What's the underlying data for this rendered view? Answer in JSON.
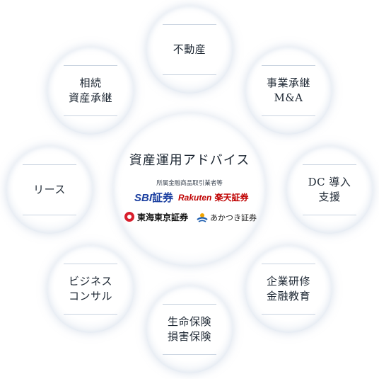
{
  "center": {
    "title": "資産運用アドバイス",
    "subtitle": "所属金融商品取引業者等",
    "brands": {
      "sbi_prefix": "SBI",
      "sbi_suffix": "証券",
      "rakuten_brand": "Rakuten",
      "rakuten_suffix": "楽天証券",
      "tokai": "東海東京証券",
      "akatsuki": "あかつき証券"
    }
  },
  "services": [
    {
      "id": "real-estate",
      "lines": [
        "不動産"
      ]
    },
    {
      "id": "succession-ma",
      "lines": [
        "事業承継",
        "M&A"
      ]
    },
    {
      "id": "dc",
      "lines": [
        "DC 導入",
        "支援"
      ]
    },
    {
      "id": "corporate-training",
      "lines": [
        "企業研修",
        "金融教育"
      ]
    },
    {
      "id": "insurance",
      "lines": [
        "生命保険",
        "損害保険"
      ]
    },
    {
      "id": "business-consulting",
      "lines": [
        "ビジネス",
        "コンサル"
      ]
    },
    {
      "id": "lease",
      "lines": [
        "リース"
      ]
    },
    {
      "id": "inheritance",
      "lines": [
        "相続",
        "資産承継"
      ]
    }
  ]
}
